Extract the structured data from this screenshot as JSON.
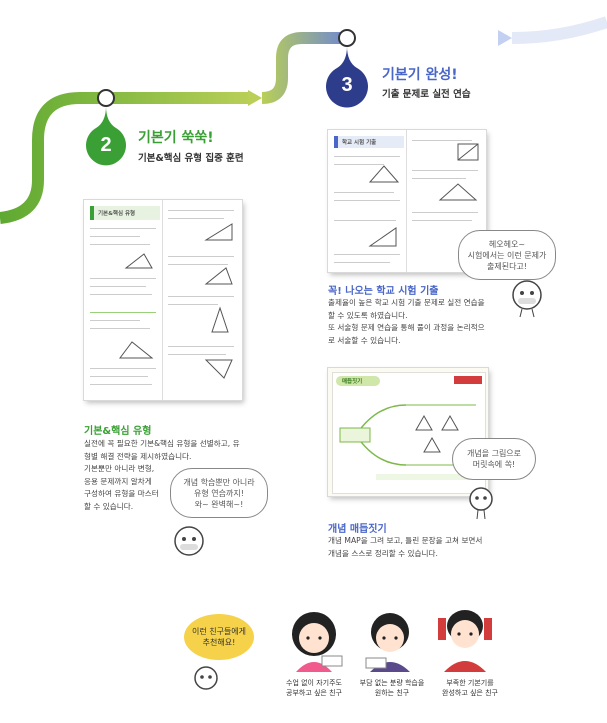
{
  "steps": {
    "step2": {
      "number": "2",
      "title": "기본기 쑥쑥!",
      "subtitle": "기본&핵심 유형 집중 훈련"
    },
    "step3": {
      "number": "3",
      "title": "기본기 완성!",
      "subtitle": "기출 문제로 실전 연습"
    }
  },
  "sections": {
    "core": {
      "title": "기본&핵심 유형",
      "desc": "실전에 꼭 필요한 기본&핵심 유형을 선별하고, 유\n형별 해결 전략을 제시하였습니다.\n기본뿐만 아니라 변형,\n응용 문제까지 알차게\n구성하여 유형을 마스터\n할 수 있습니다.",
      "bubble": "개념 학습뿐만 아니라\n유형 연습까지!\n와~ 완벽해~!"
    },
    "exam": {
      "title": "꼭! 나오는 학교 시험 기출",
      "desc": "출제율이 높은 학교 시험 기출 문제로 실전 연습을\n할 수 있도록 하였습니다.\n또 서술형 문제 연습을 통해 풀이 과정을 논리적으\n로 서술할 수 있습니다.",
      "bubble": "헤오헤오~\n시험에서는 이런 문제가\n출제된다고!"
    },
    "map": {
      "title": "개념 매듭짓기",
      "desc": "개념 MAP을 그려 보고, 틀린 문장을 고쳐 보면서\n개념을 스스로 정리할 수 있습니다.",
      "bubble": "개념을 그림으로\n머릿속에 쏙!"
    }
  },
  "books": {
    "core_page_title": "기본&핵심 유형",
    "exam_page_title": "학교 시험 기출",
    "map_page_title": "매듭짓기"
  },
  "footer": {
    "recommend_bubble": "이런 친구들에게\n추천해요!",
    "kids": [
      {
        "caption": "수업 없이 자기주도\n공부하고 싶은 친구"
      },
      {
        "caption": "부담 없는 분량 학습을\n원하는 친구"
      },
      {
        "caption": "부족한 기본기를\n완성하고 싶은 친구"
      }
    ]
  },
  "colors": {
    "green": "#3aa035",
    "green_light": "#a8c84a",
    "blue": "#4a66c8",
    "blue_light": "#9bb0e8",
    "navy": "#2e3c8c"
  }
}
